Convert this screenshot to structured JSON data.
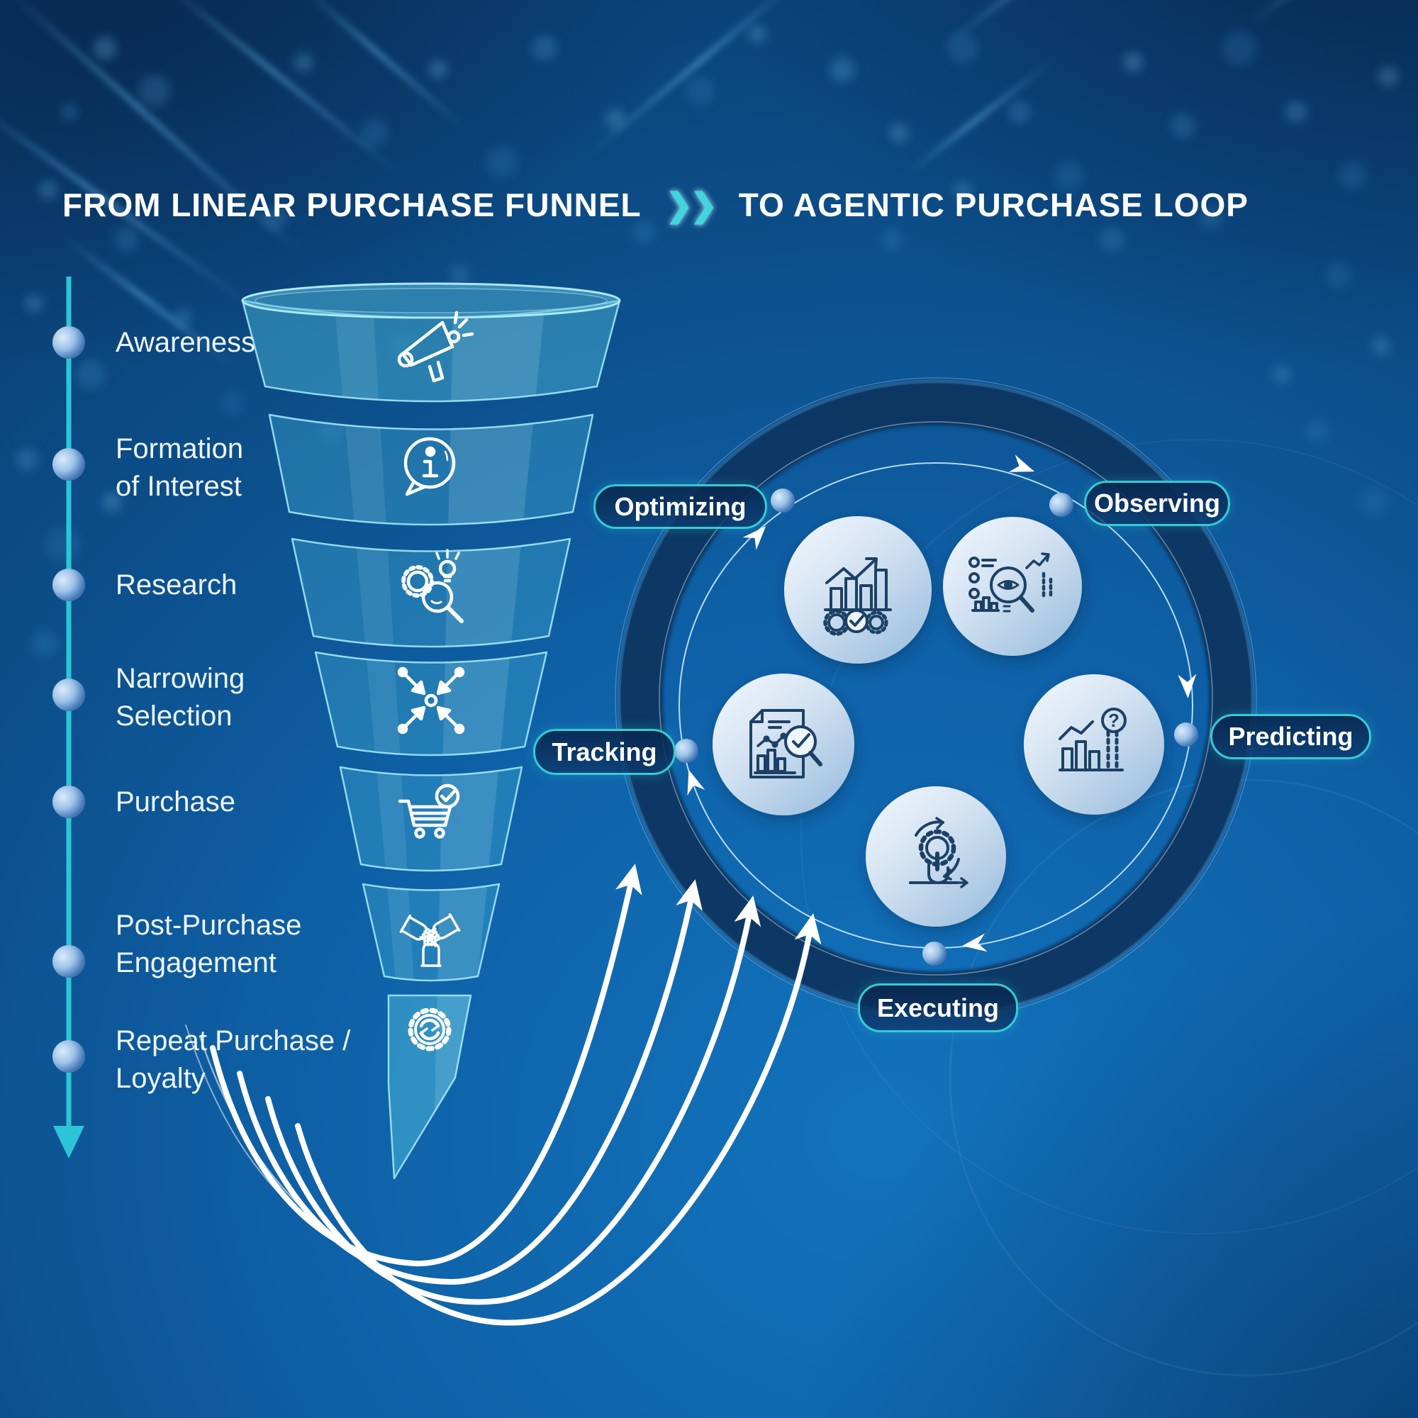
{
  "title": {
    "left": "FROM LINEAR PURCHASE FUNNEL",
    "separator": "❯❯",
    "right": "TO AGENTIC PURCHASE LOOP"
  },
  "funnel_stages": [
    {
      "label": "Awareness",
      "icon": "megaphone-icon"
    },
    {
      "label": "Formation of Interest",
      "icon": "info-bubble-icon"
    },
    {
      "label": "Research",
      "icon": "gear-magnifier-bulb-icon"
    },
    {
      "label": "Narrowing Selection",
      "icon": "converging-arrows-icon"
    },
    {
      "label": "Purchase",
      "icon": "cart-check-icon"
    },
    {
      "label": "Post-Purchase Engagement",
      "icon": "hands-together-icon"
    },
    {
      "label": "Repeat Purchase / Loyalty",
      "icon": "loyalty-cycle-gear-icon"
    }
  ],
  "loop_stages": [
    {
      "label": "Optimizing",
      "icon": "chart-gears-check-icon"
    },
    {
      "label": "Observing",
      "icon": "eye-magnifier-checklist-icon"
    },
    {
      "label": "Predicting",
      "icon": "forecast-chart-question-icon"
    },
    {
      "label": "Executing",
      "icon": "hand-gear-cycle-icon"
    },
    {
      "label": "Tracking",
      "icon": "report-magnifier-check-icon"
    }
  ],
  "colors": {
    "accent_teal": "#35ccd4",
    "timeline_teal": "#2cc5d8",
    "background_blue": "#0e60a6",
    "ring_navy": "#0c3560",
    "icon_navy": "#1d4166",
    "funnel_teal": "rgba(62,165,204,0.42)",
    "white": "#ffffff"
  }
}
